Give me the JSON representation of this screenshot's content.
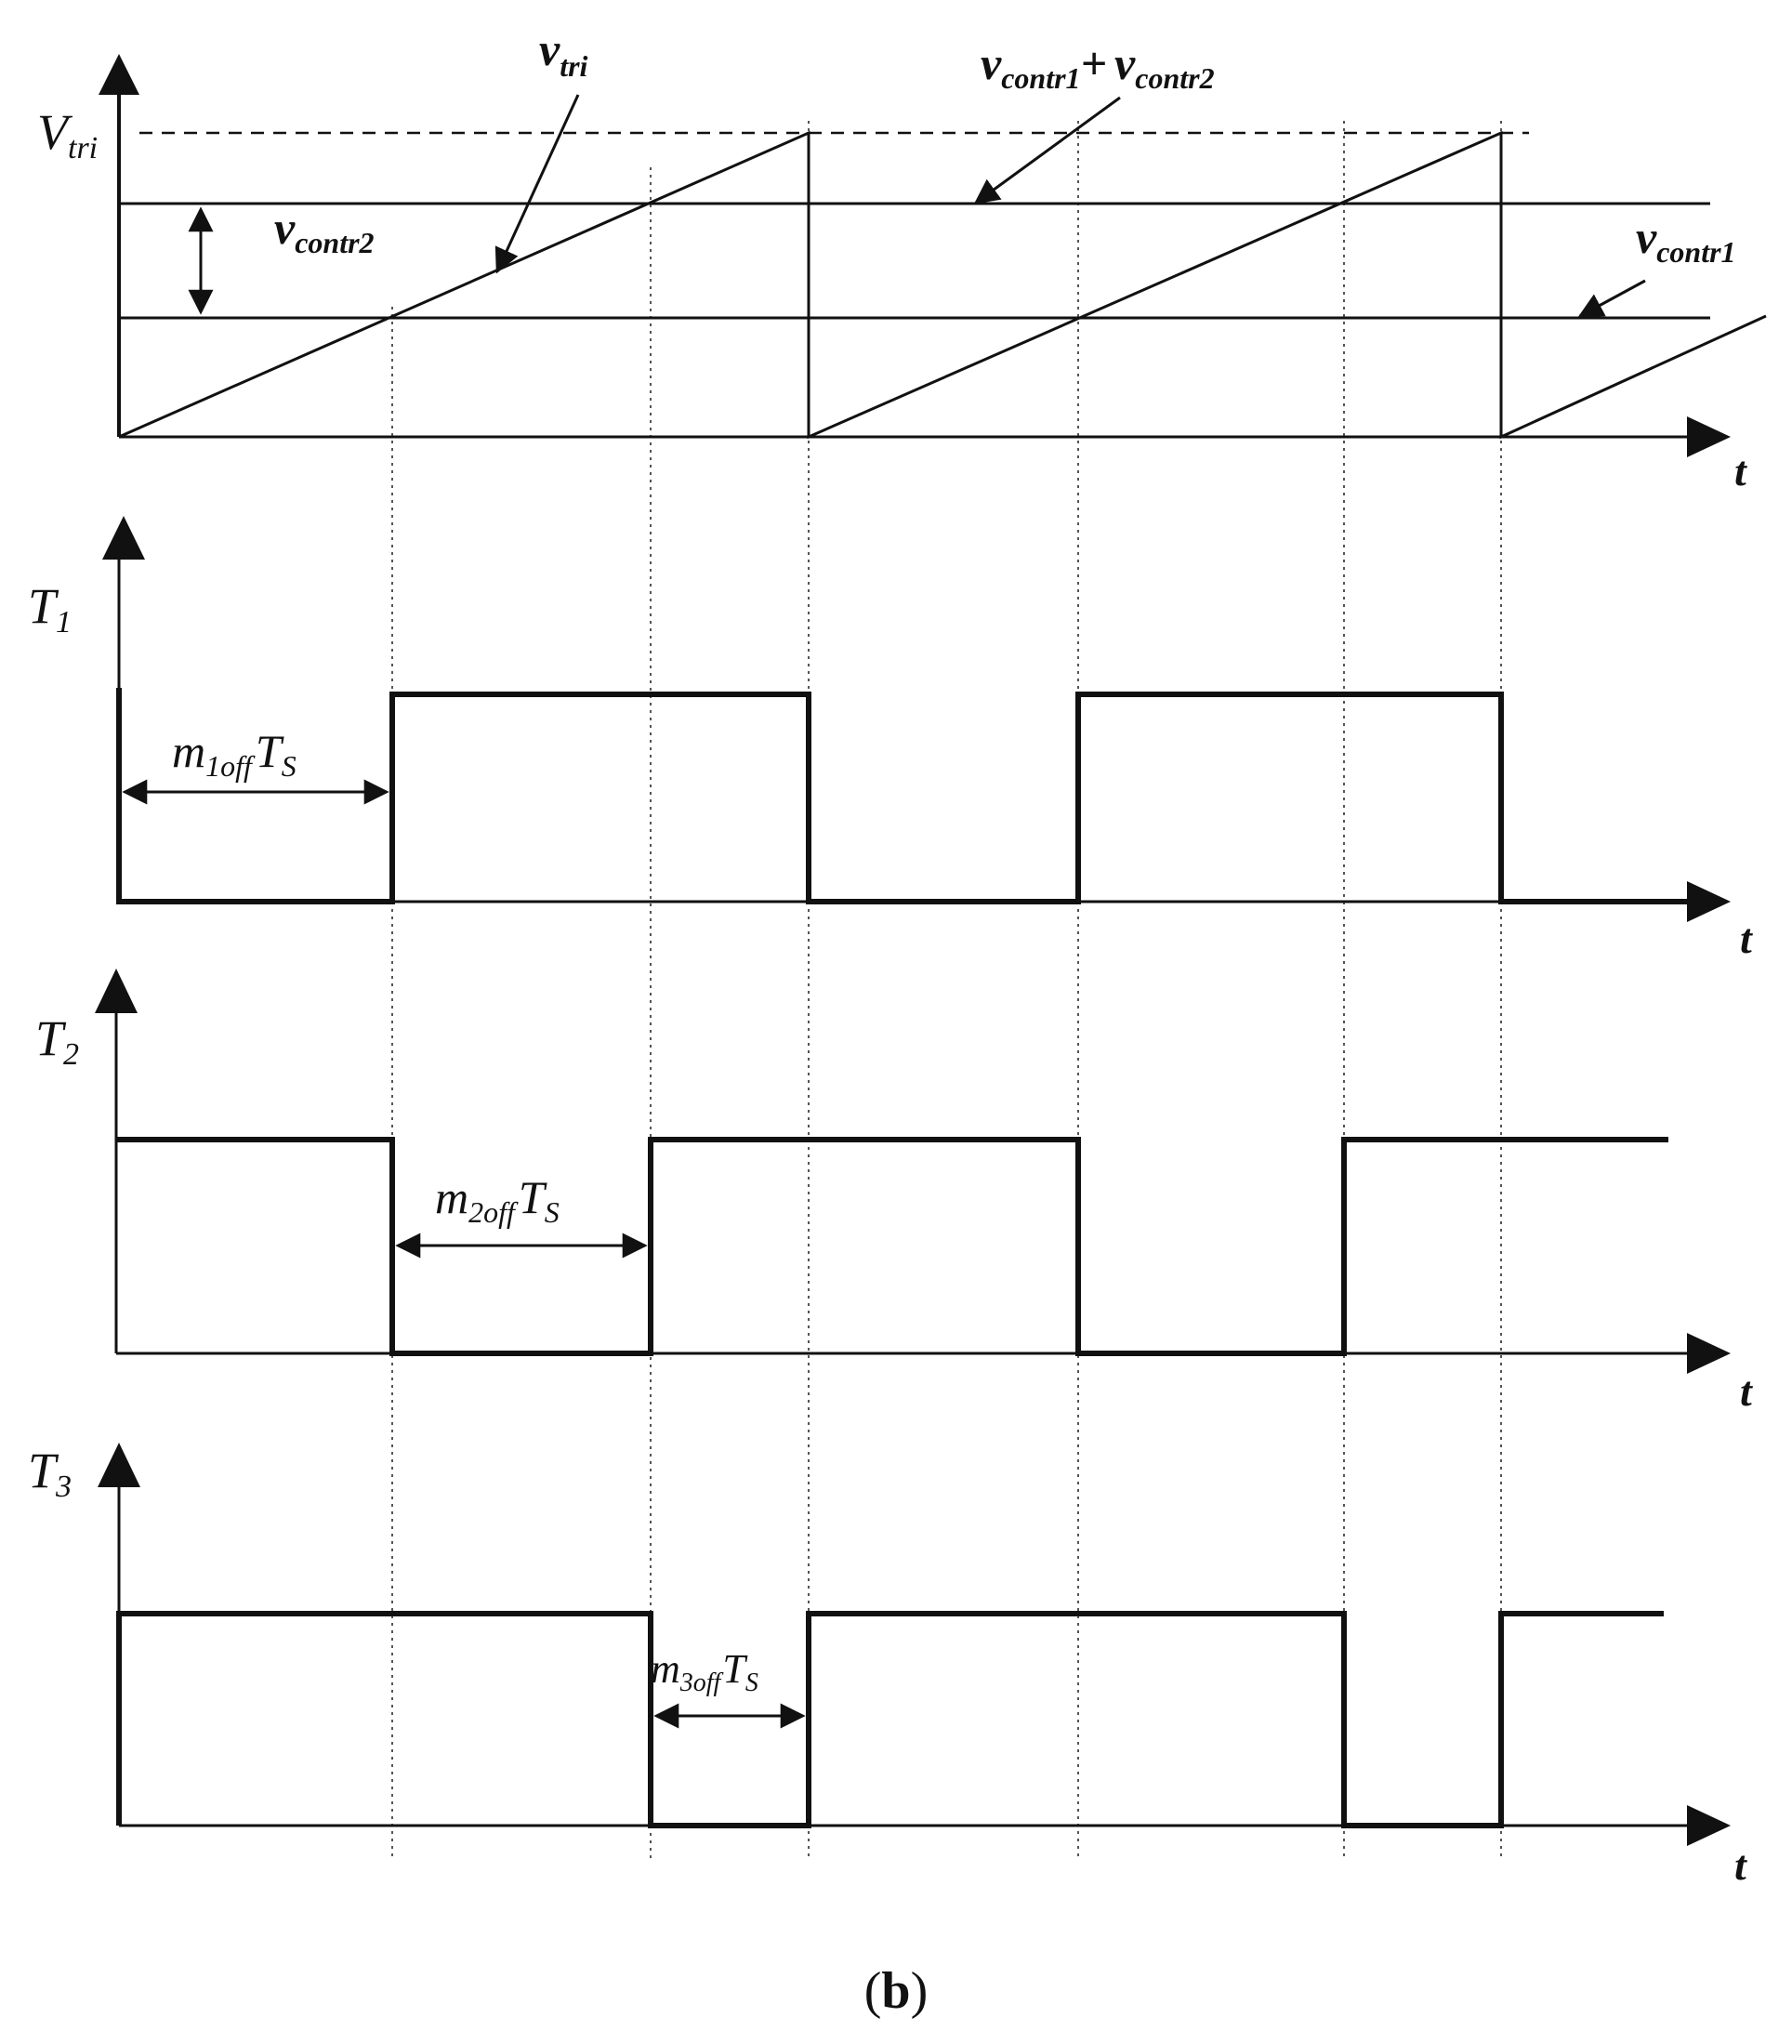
{
  "caption": {
    "open": "(",
    "letter": "b",
    "close": ")"
  },
  "time_label": "t",
  "top_panel": {
    "vtri_main": "V",
    "vtri_sub": "tri",
    "vtri_slope_main": "v",
    "vtri_slope_sub": "tri",
    "sum_v1": "v",
    "sum_sub1": "contr1",
    "sum_plus": "+",
    "sum_v2": "v",
    "sum_sub2": "contr2",
    "contr2_main": "v",
    "contr2_sub": "contr2",
    "contr1_main": "v",
    "contr1_sub": "contr1"
  },
  "panels": [
    {
      "name_main": "T",
      "name_sub": "1",
      "ann_m": "m",
      "ann_sub": "1off",
      "ann_T": "T",
      "ann_S": "S"
    },
    {
      "name_main": "T",
      "name_sub": "2",
      "ann_m": "m",
      "ann_sub": "2off",
      "ann_T": "T",
      "ann_S": "S"
    },
    {
      "name_main": "T",
      "name_sub": "3",
      "ann_m": "m",
      "ann_sub": "3off",
      "ann_T": "T",
      "ann_S": "S"
    }
  ],
  "colors": {
    "ink": "#111111",
    "guide": "#555555"
  },
  "icons": [
    "up-arrow-icon",
    "right-arrow-icon",
    "double-headed-arrow-icon"
  ]
}
